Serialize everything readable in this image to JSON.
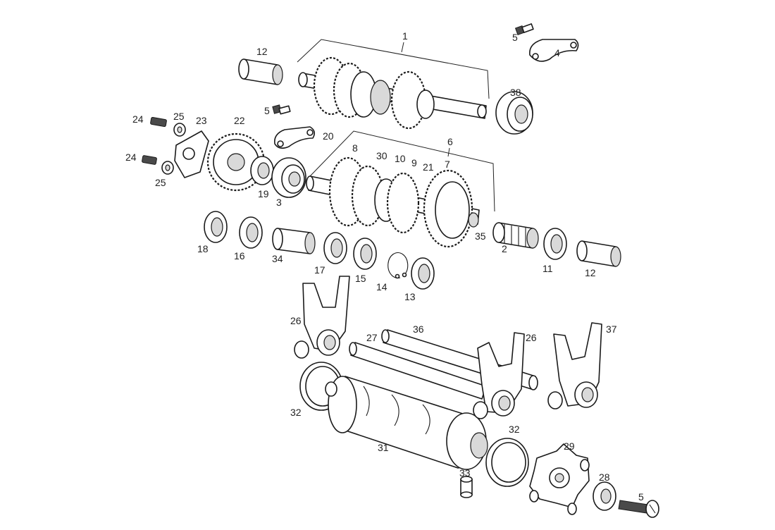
{
  "callouts": [
    {
      "id": "1",
      "label": "1"
    },
    {
      "id": "2",
      "label": "2"
    },
    {
      "id": "3",
      "label": "3"
    },
    {
      "id": "4",
      "label": "4"
    },
    {
      "id": "5a",
      "label": "5"
    },
    {
      "id": "5b",
      "label": "5"
    },
    {
      "id": "5c",
      "label": "5"
    },
    {
      "id": "6",
      "label": "6"
    },
    {
      "id": "7",
      "label": "7"
    },
    {
      "id": "8",
      "label": "8"
    },
    {
      "id": "9",
      "label": "9"
    },
    {
      "id": "10",
      "label": "10"
    },
    {
      "id": "11",
      "label": "11"
    },
    {
      "id": "12a",
      "label": "12"
    },
    {
      "id": "12b",
      "label": "12"
    },
    {
      "id": "13",
      "label": "13"
    },
    {
      "id": "14",
      "label": "14"
    },
    {
      "id": "15",
      "label": "15"
    },
    {
      "id": "16",
      "label": "16"
    },
    {
      "id": "17",
      "label": "17"
    },
    {
      "id": "18",
      "label": "18"
    },
    {
      "id": "19",
      "label": "19"
    },
    {
      "id": "20",
      "label": "20"
    },
    {
      "id": "21",
      "label": "21"
    },
    {
      "id": "22",
      "label": "22"
    },
    {
      "id": "23",
      "label": "23"
    },
    {
      "id": "24a",
      "label": "24"
    },
    {
      "id": "24b",
      "label": "24"
    },
    {
      "id": "25a",
      "label": "25"
    },
    {
      "id": "25b",
      "label": "25"
    },
    {
      "id": "26a",
      "label": "26"
    },
    {
      "id": "26b",
      "label": "26"
    },
    {
      "id": "27",
      "label": "27"
    },
    {
      "id": "28",
      "label": "28"
    },
    {
      "id": "29",
      "label": "29"
    },
    {
      "id": "30",
      "label": "30"
    },
    {
      "id": "31",
      "label": "31"
    },
    {
      "id": "32a",
      "label": "32"
    },
    {
      "id": "32b",
      "label": "32"
    },
    {
      "id": "33",
      "label": "33"
    },
    {
      "id": "34",
      "label": "34"
    },
    {
      "id": "35",
      "label": "35"
    },
    {
      "id": "36",
      "label": "36"
    },
    {
      "id": "37",
      "label": "37"
    },
    {
      "id": "38",
      "label": "38"
    }
  ],
  "colors": {
    "line": "#1a1a1a",
    "background": "#ffffff",
    "shading": "#d9d9d9"
  }
}
